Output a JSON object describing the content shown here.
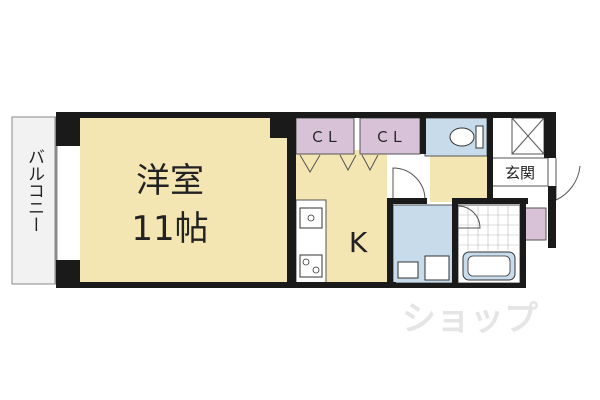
{
  "rooms": {
    "western_room": {
      "name": "洋室",
      "size": "11帖"
    },
    "closet_1": "ＣＬ",
    "closet_2": "ＣＬ",
    "kitchen": "K",
    "entrance": "玄関",
    "balcony": "バルコニー"
  },
  "watermark": {
    "text": "ショップ"
  },
  "colors": {
    "western_room": "#f3e6b3",
    "closet": "#d8c2d8",
    "wet_area": "#c8dbea",
    "wall": "#1a1a1a",
    "balcony": "#f2f2f2"
  }
}
